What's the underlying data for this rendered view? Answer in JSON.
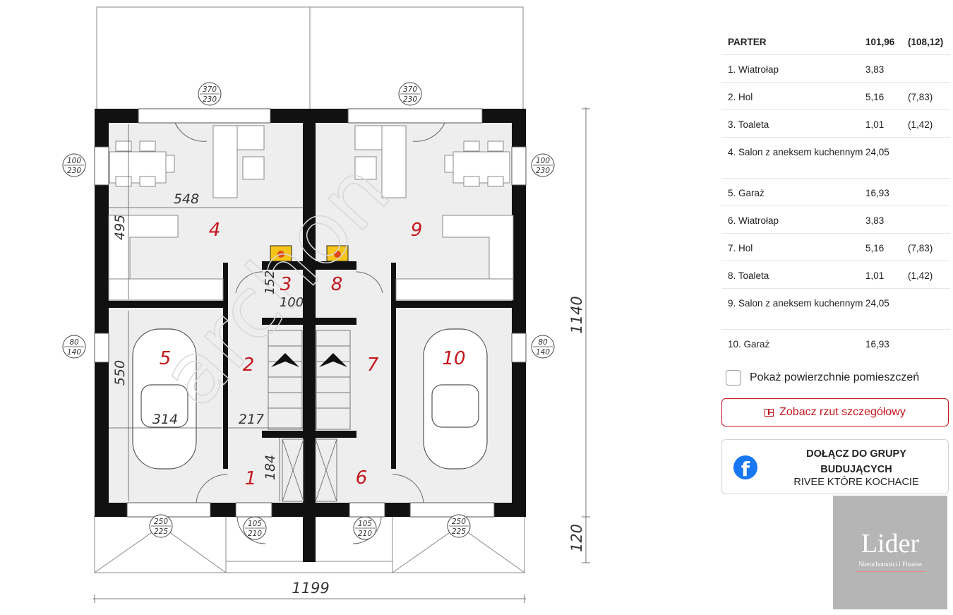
{
  "floor_plan": {
    "rooms": [
      {
        "num": "1"
      },
      {
        "num": "2"
      },
      {
        "num": "3"
      },
      {
        "num": "4"
      },
      {
        "num": "5"
      },
      {
        "num": "6"
      },
      {
        "num": "7"
      },
      {
        "num": "8"
      },
      {
        "num": "9"
      },
      {
        "num": "10"
      }
    ],
    "dimensions": {
      "d548": "548",
      "d495": "495",
      "d550": "550",
      "d314": "314",
      "d217": "217",
      "d152": "152",
      "d100": "100",
      "d184": "184",
      "d1140": "1140",
      "d120": "120",
      "d1199": "1199"
    },
    "openings": {
      "w370a_top": "370",
      "w370a_bot": "230",
      "w370b_top": "370",
      "w370b_bot": "230",
      "w100l_top": "100",
      "w100l_bot": "230",
      "w100r_top": "100",
      "w100r_bot": "230",
      "w80l_top": "80",
      "w80l_bot": "140",
      "w80r_top": "80",
      "w80r_bot": "140",
      "g250l_top": "250",
      "g250l_bot": "225",
      "g250r_top": "250",
      "g250r_bot": "225",
      "d105l_top": "105",
      "d105l_bot": "210",
      "d105r_top": "105",
      "d105r_bot": "210"
    }
  },
  "area_table": {
    "header": {
      "label": "PARTER",
      "net": "101,96",
      "gross": "(108,12)"
    },
    "rows": [
      {
        "label": "1. Wiatrołap",
        "net": "3,83",
        "gross": ""
      },
      {
        "label": "2. Hol",
        "net": "5,16",
        "gross": "(7,83)"
      },
      {
        "label": "3. Toaleta",
        "net": "1,01",
        "gross": "(1,42)"
      },
      {
        "label": "4. Salon z aneksem kuchennym",
        "net": "24,05",
        "gross": ""
      },
      {
        "label": "5. Garaż",
        "net": "16,93",
        "gross": ""
      },
      {
        "label": "6. Wiatrołap",
        "net": "3,83",
        "gross": ""
      },
      {
        "label": "7. Hol",
        "net": "5,16",
        "gross": "(7,83)"
      },
      {
        "label": "8. Toaleta",
        "net": "1,01",
        "gross": "(1,42)"
      },
      {
        "label": "9. Salon z aneksem kuchennym",
        "net": "24,05",
        "gross": ""
      },
      {
        "label": "10. Garaż",
        "net": "16,93",
        "gross": ""
      }
    ]
  },
  "show_areas_checkbox": {
    "label": "Pokaż powierzchnie pomieszczeń",
    "checked": false
  },
  "detail_plan_button": {
    "label": "Zobacz rzut szczegółowy"
  },
  "facebook_card": {
    "title": "DOŁĄCZ DO GRUPY BUDUJĄCYCH",
    "subtitle": "RIVEE KTÓRE KOCHACIE",
    "icon": "facebook-icon"
  },
  "agency_logo": {
    "name": "Lider",
    "tagline": "Nieruchomości i Finanse"
  },
  "colors": {
    "accent": "#c4161c",
    "facebook": "#1877f2",
    "wall": "#111111"
  }
}
